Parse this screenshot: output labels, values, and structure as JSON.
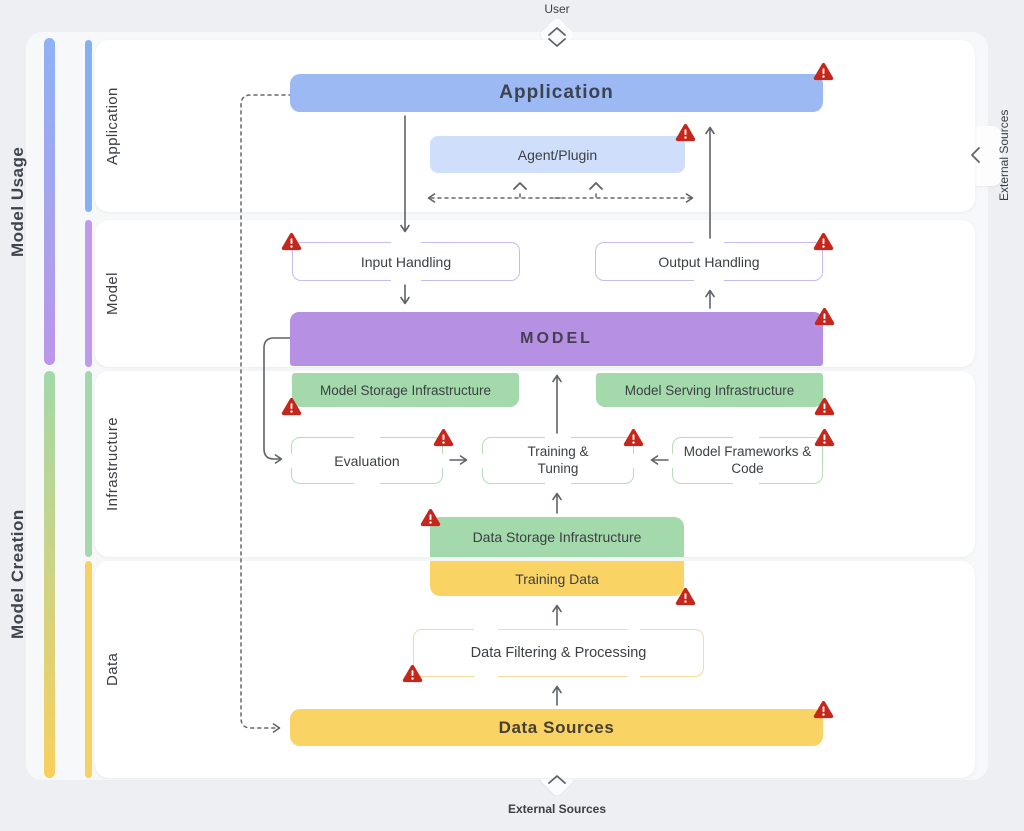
{
  "peripherals": {
    "user": "User",
    "external_sources_bottom": "External Sources",
    "external_sources_right": "External Sources"
  },
  "rails": {
    "model_usage": "Model Usage",
    "model_creation": "Model Creation"
  },
  "sections": {
    "application": "Application",
    "model": "Model",
    "infrastructure": "Infrastructure",
    "data": "Data"
  },
  "boxes": {
    "application": "Application",
    "agent_plugin": "Agent/Plugin",
    "input_handling": "Input Handling",
    "output_handling": "Output Handling",
    "model": "MODEL",
    "model_storage": "Model Storage Infrastructure",
    "model_serving": "Model Serving Infrastructure",
    "evaluation": "Evaluation",
    "training_tuning": "Training & Tuning",
    "model_frameworks": "Model Frameworks & Code",
    "data_storage": "Data Storage Infrastructure",
    "training_data": "Training Data",
    "data_filtering": "Data Filtering & Processing",
    "data_sources": "Data Sources"
  },
  "colors": {
    "application_fill": "#9cb9f4",
    "agent_fill": "#cfdffb",
    "model_fill": "#b691e3",
    "io_border": "#c9baf0",
    "green_fill": "#a3d9ab",
    "green_border": "#b7ddba",
    "yellow_fill": "#fad365",
    "yellow_border": "#f5dc9e",
    "warning_red": "#c5271d",
    "arrow_gray": "#5f6368",
    "rail_usage_gradient": [
      "#8eb2f4",
      "#bb96ea"
    ],
    "rail_creation_gradient": [
      "#a2d8a8",
      "#f9cf5d"
    ]
  },
  "warnings": {
    "count": 14
  }
}
